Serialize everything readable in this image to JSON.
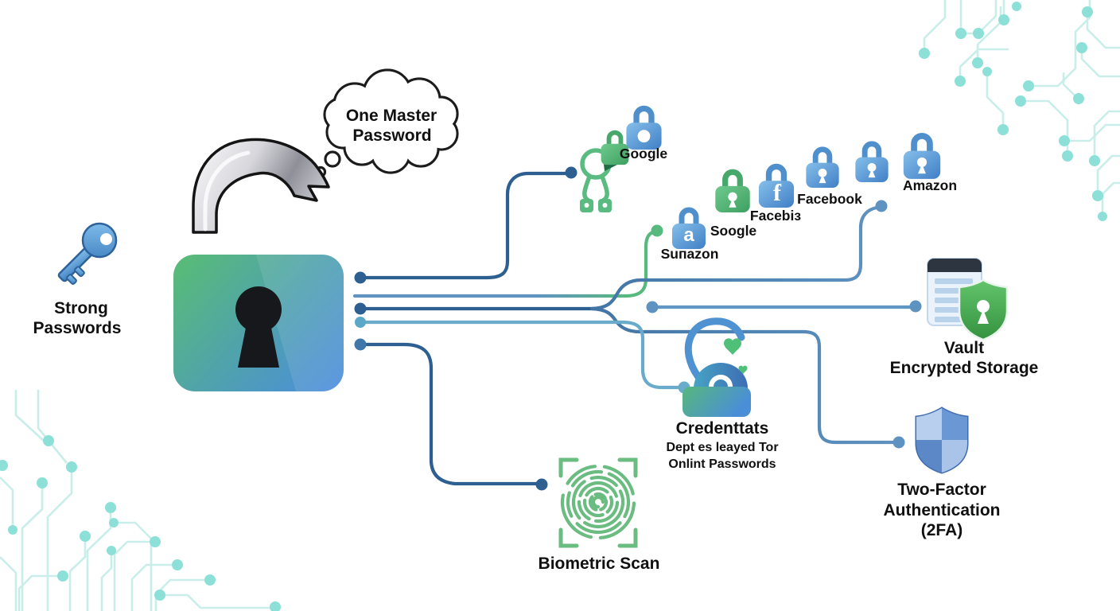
{
  "thought_bubble": {
    "line1": "One Master",
    "line2": "Password"
  },
  "left_node": {
    "line1": "Strong",
    "line2": "Passwords"
  },
  "accounts": {
    "google": "Google",
    "soogle": "Soogle",
    "sunazon": "Suпazon",
    "facebook": "Facebook",
    "facebis": "Facebiз",
    "amazon": "Amazon",
    "facebook_glyph": "f",
    "amazon_glyph": "a"
  },
  "vault": {
    "line1": "Vault",
    "line2": "Encrypted Storage"
  },
  "credentials": {
    "title": "Credenttats",
    "sub1": "Dept es leayed Tor",
    "sub2": "Onlint Passwords"
  },
  "twofa": {
    "line1": "Two-Factor",
    "line2": "Authentication",
    "line3": "(2FA)"
  },
  "biometric": {
    "label": "Biometric Scan"
  },
  "colors": {
    "line_navy": "#2d5f90",
    "line_steel": "#5e92c0",
    "line_sky": "#68abcb",
    "line_green": "#55b87d",
    "circuit_line": "#c9eeea",
    "circuit_dot": "#8ce0d7",
    "lock_green": "#4fae6d",
    "lock_blue": "#4a8ed8",
    "padlock_gradient": [
      "#58ba7a",
      "#4b8ed9"
    ]
  }
}
